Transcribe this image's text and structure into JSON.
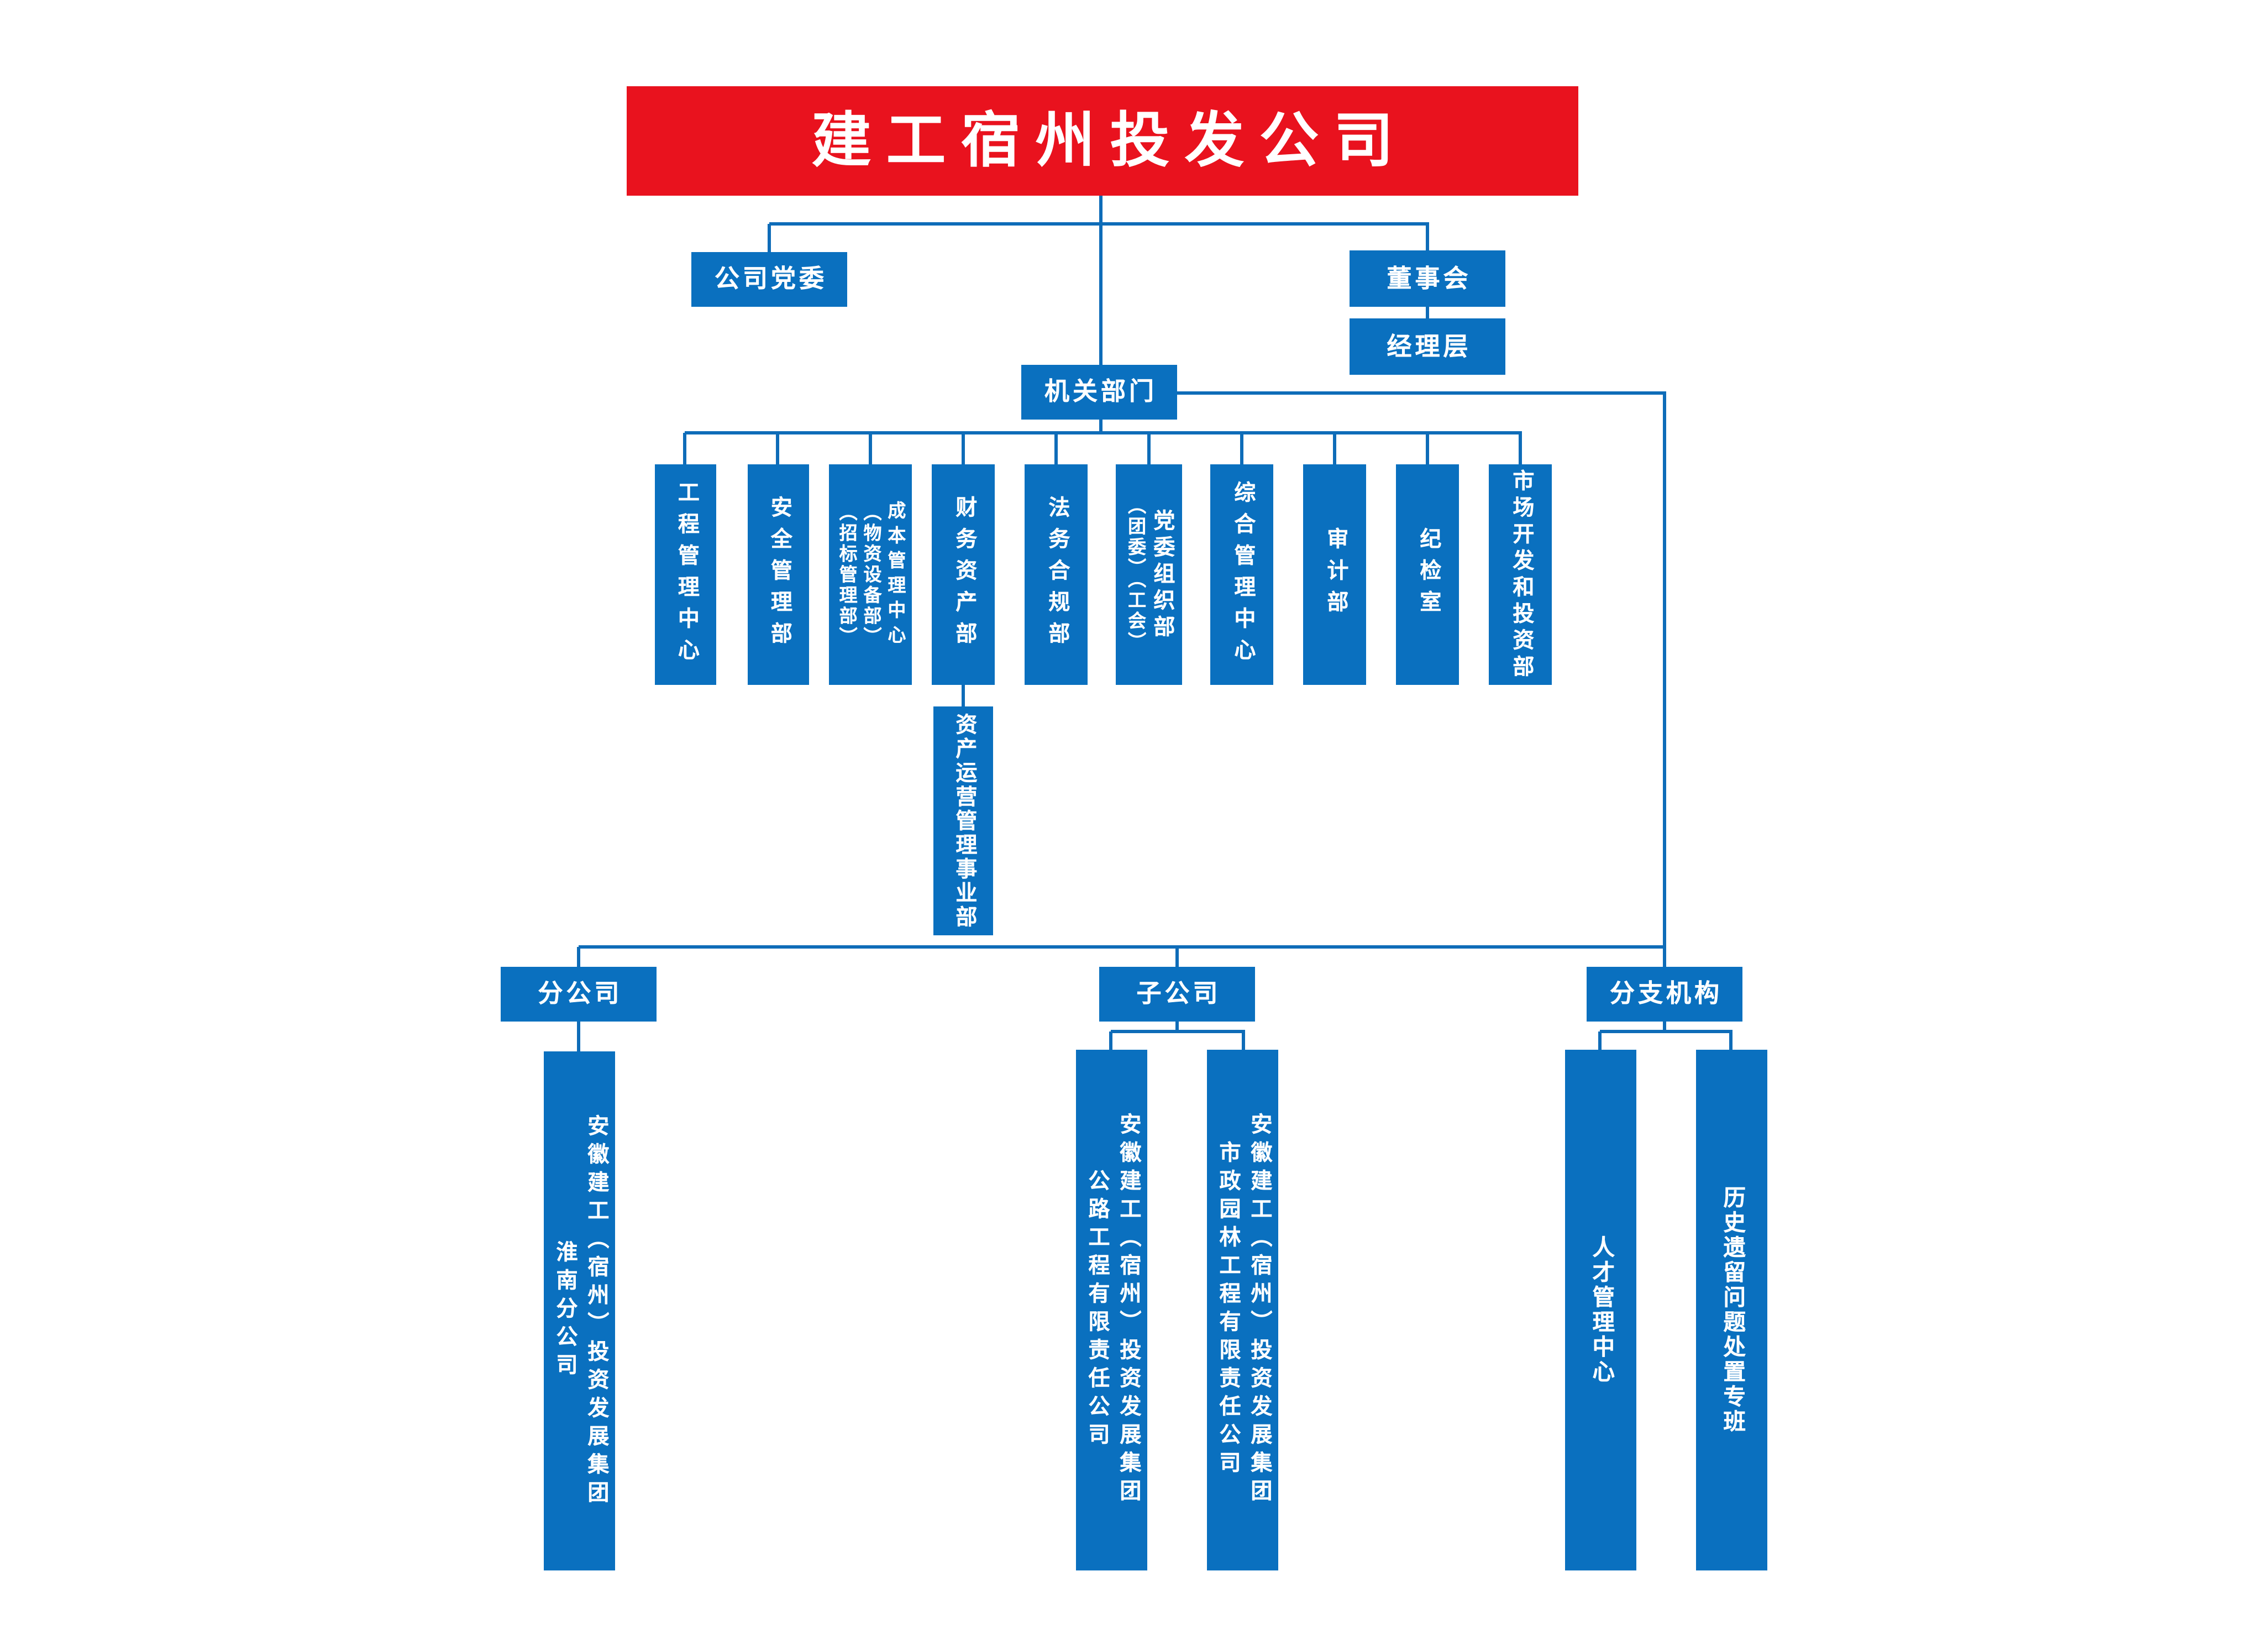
{
  "colors": {
    "red": "#e9121e",
    "blue": "#0a70bf",
    "line": "#0e6cb8"
  },
  "root": {
    "label": "建工宿州投发公司"
  },
  "governance": {
    "party_committee": "公司党委",
    "board": "董事会",
    "management": "经理层",
    "office": "机关部门"
  },
  "departments": [
    {
      "columns": [
        "工程管理中心"
      ]
    },
    {
      "columns": [
        "安全管理部"
      ]
    },
    {
      "columns": [
        "成本管理中心",
        "（物资设备部）",
        "（招标管理部）"
      ]
    },
    {
      "columns": [
        "财务资产部"
      ]
    },
    {
      "columns": [
        "法务合规部"
      ]
    },
    {
      "columns": [
        "党委组织部",
        "（团委）（工会）"
      ]
    },
    {
      "columns": [
        "综合管理中心"
      ]
    },
    {
      "columns": [
        "审计部"
      ]
    },
    {
      "columns": [
        "纪检室"
      ]
    },
    {
      "columns": [
        "市场开发和投资部"
      ]
    }
  ],
  "asset_division": {
    "label": "资产运营管理事业部"
  },
  "branch_groups": [
    {
      "label": "分公司",
      "children": [
        {
          "columns": [
            "安徽建工（宿州）投资发展集团",
            "淮南分公司"
          ]
        }
      ]
    },
    {
      "label": "子公司",
      "children": [
        {
          "columns": [
            "安徽建工（宿州）投资发展集团",
            "公路工程有限责任公司"
          ]
        },
        {
          "columns": [
            "安徽建工（宿州）投资发展集团",
            "市政园林工程有限责任公司"
          ]
        }
      ]
    },
    {
      "label": "分支机构",
      "children": [
        {
          "columns": [
            "人才管理中心"
          ]
        },
        {
          "columns": [
            "历史遗留问题处置专班"
          ]
        }
      ]
    }
  ]
}
